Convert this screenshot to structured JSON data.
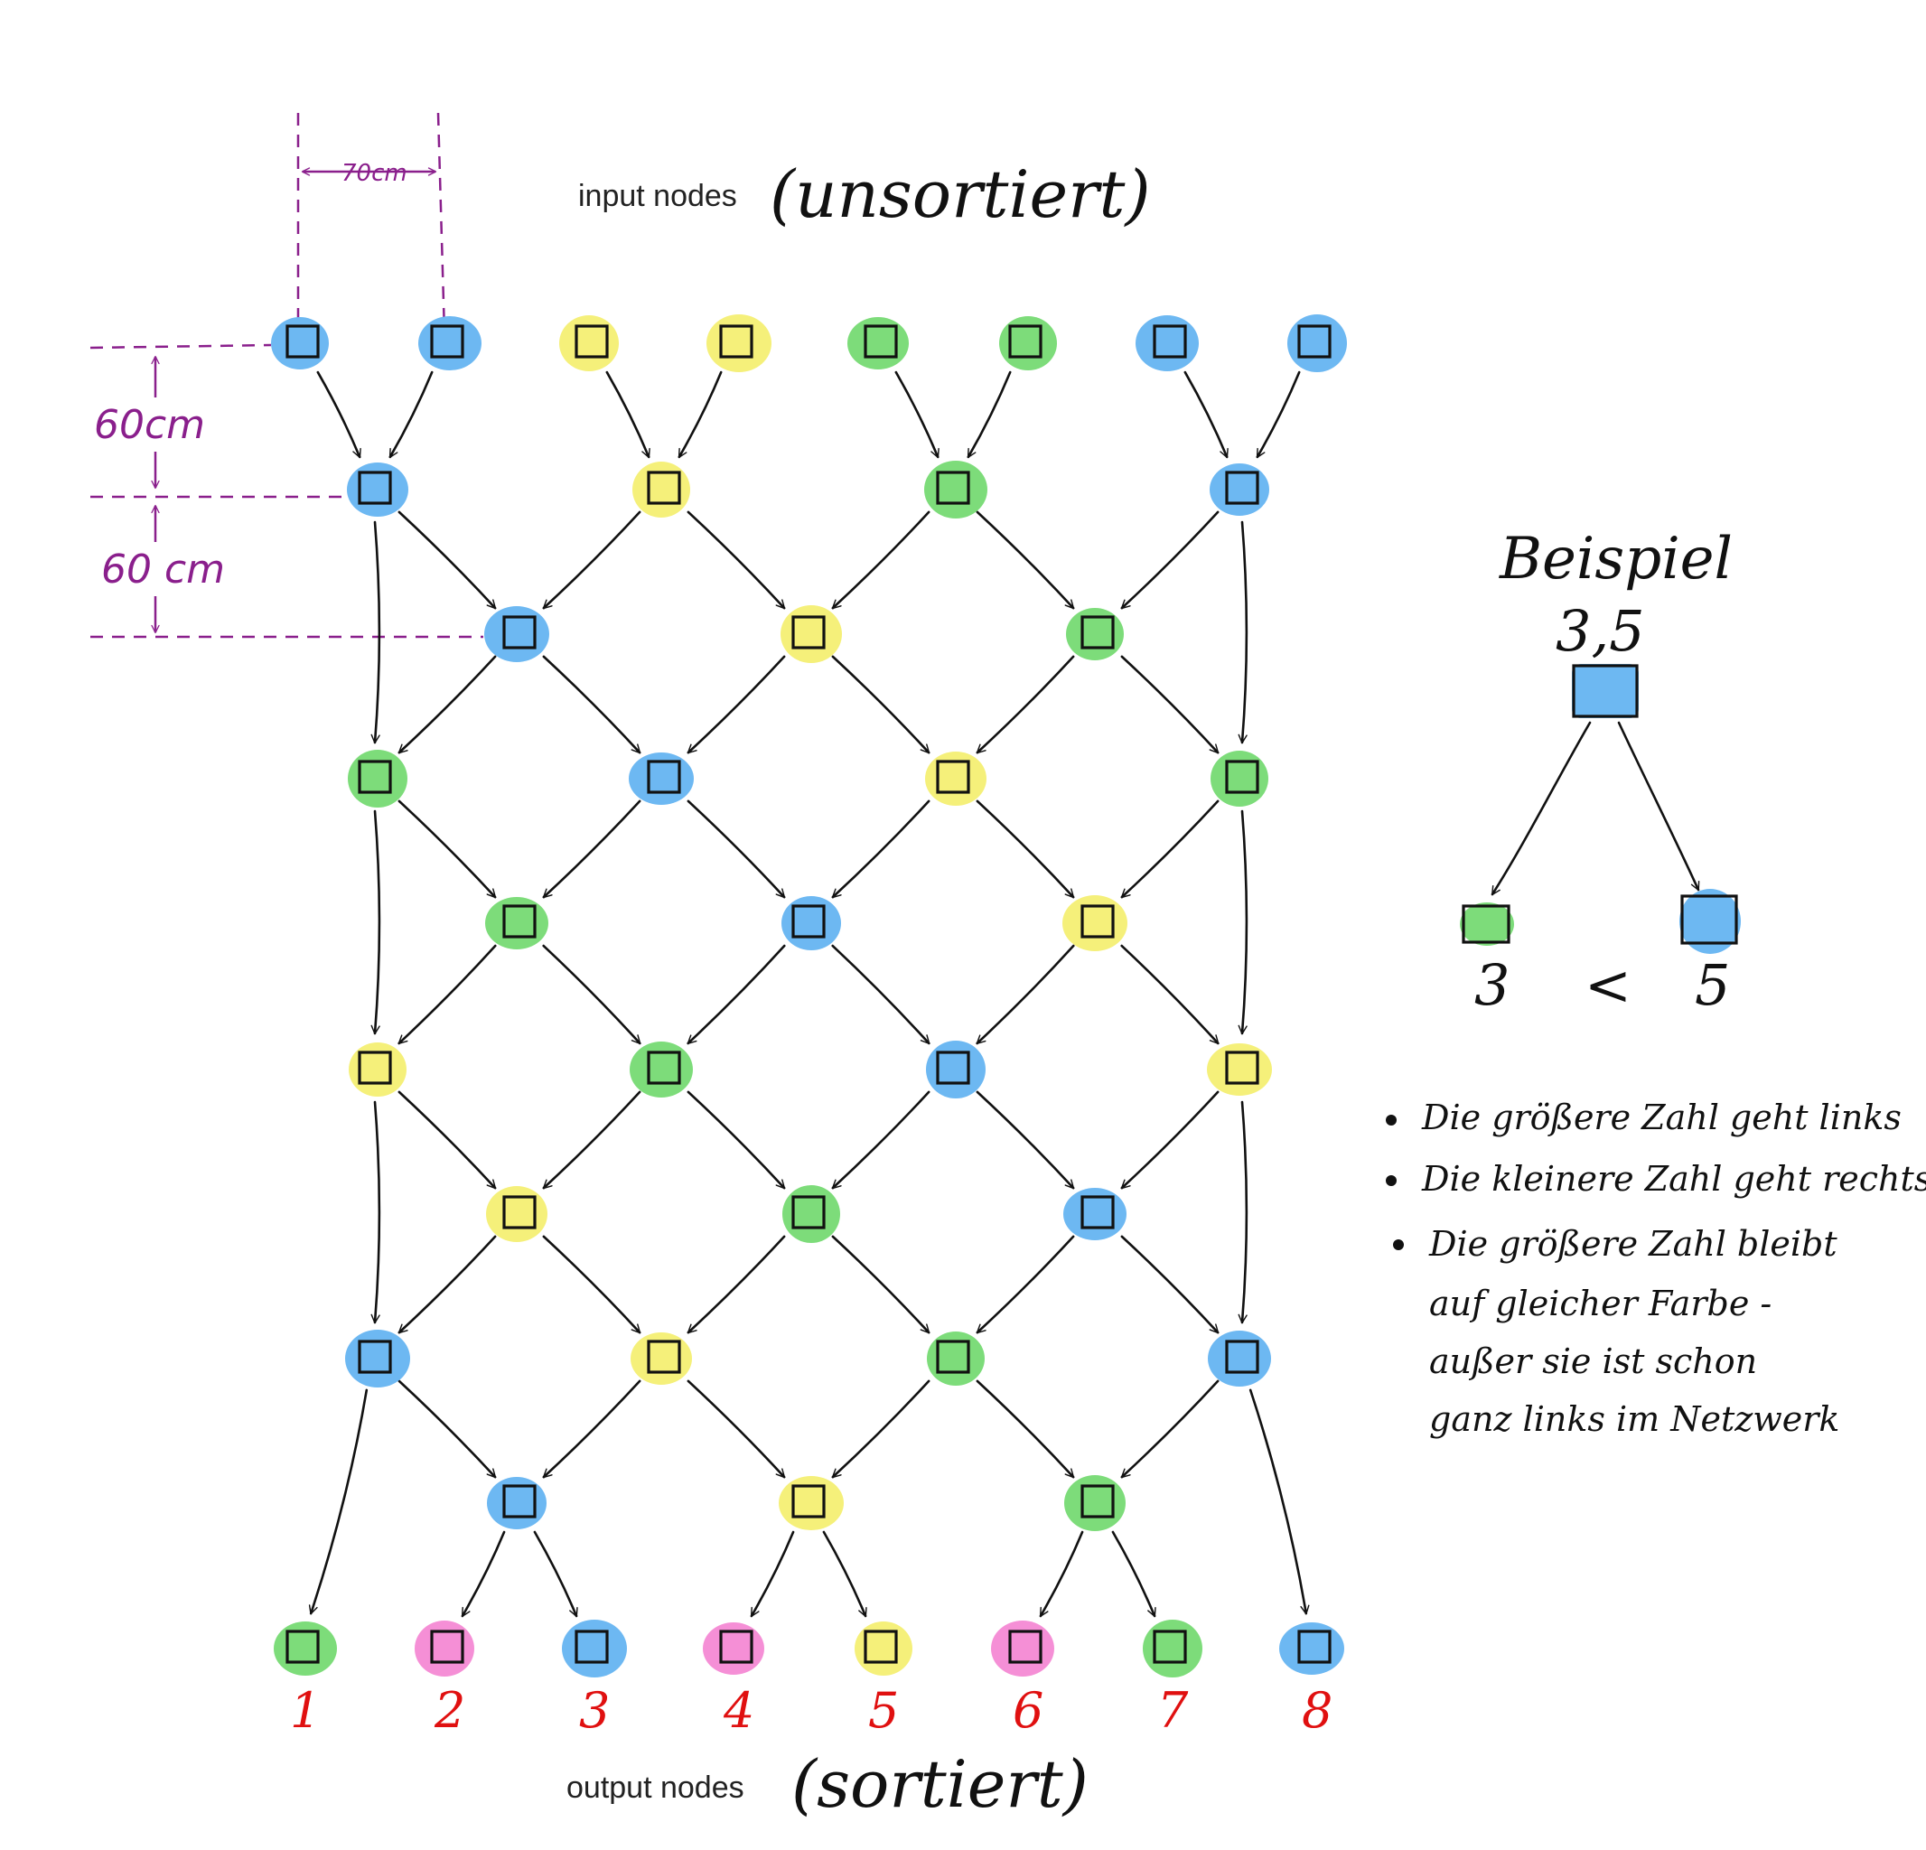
{
  "labels": {
    "input_nodes": "input nodes",
    "unsorted": "(unsortiert)",
    "output_nodes": "output nodes",
    "sorted": "(sortiert)"
  },
  "dimensions": {
    "width": "70cm",
    "height_1": "60cm",
    "height_2": "60 cm"
  },
  "colors": {
    "blue": "#6db8f2",
    "yellow": "#f5f07a",
    "green": "#7ddc7a",
    "pink": "#f58fd6",
    "number_red": "#e01010",
    "dimension_purple": "#8a1f8c"
  },
  "network": {
    "rows": [
      [
        "blue",
        "blue",
        "yellow",
        "yellow",
        "green",
        "green",
        "blue",
        "blue"
      ],
      [
        "blue",
        "yellow",
        "green",
        "blue"
      ],
      [
        "blue",
        "yellow",
        "green"
      ],
      [
        "green",
        "blue",
        "yellow",
        "green"
      ],
      [
        "green",
        "blue",
        "yellow"
      ],
      [
        "yellow",
        "green",
        "blue",
        "yellow"
      ],
      [
        "yellow",
        "green",
        "blue"
      ],
      [
        "blue",
        "yellow",
        "green",
        "blue"
      ],
      [
        "blue",
        "yellow",
        "green"
      ],
      [
        "green",
        "pink",
        "blue",
        "pink",
        "yellow",
        "pink",
        "green",
        "blue"
      ]
    ],
    "output_numbers": [
      "1",
      "2",
      "3",
      "4",
      "5",
      "6",
      "7",
      "8"
    ]
  },
  "example": {
    "title": "Beispiel",
    "pair": "3,5",
    "left_color": "green",
    "right_color": "blue",
    "comparison": [
      "3",
      "<",
      "5"
    ]
  },
  "rules": [
    "Die größere Zahl geht links",
    "Die kleinere Zahl geht rechts",
    "Die größere Zahl bleibt",
    "auf gleicher Farbe -",
    "außer sie ist schon",
    "ganz links im Netzwerk"
  ]
}
